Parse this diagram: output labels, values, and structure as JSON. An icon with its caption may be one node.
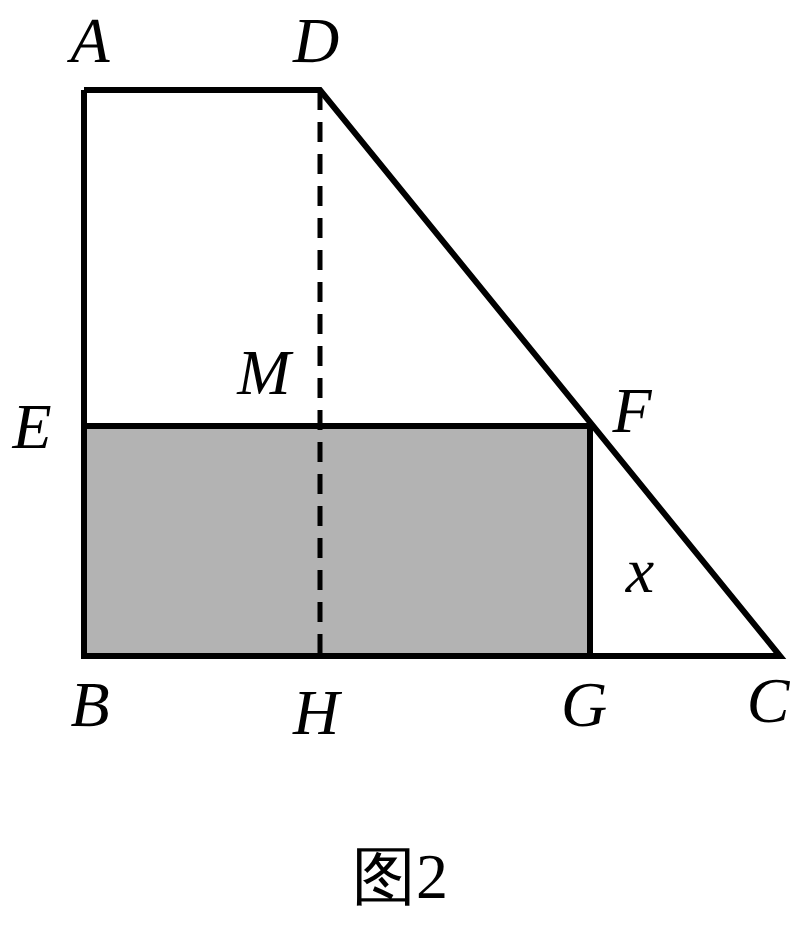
{
  "diagram": {
    "caption": "图2",
    "labels": [
      "A",
      "D",
      "M",
      "E",
      "F",
      "x",
      "B",
      "H",
      "G",
      "C"
    ]
  }
}
